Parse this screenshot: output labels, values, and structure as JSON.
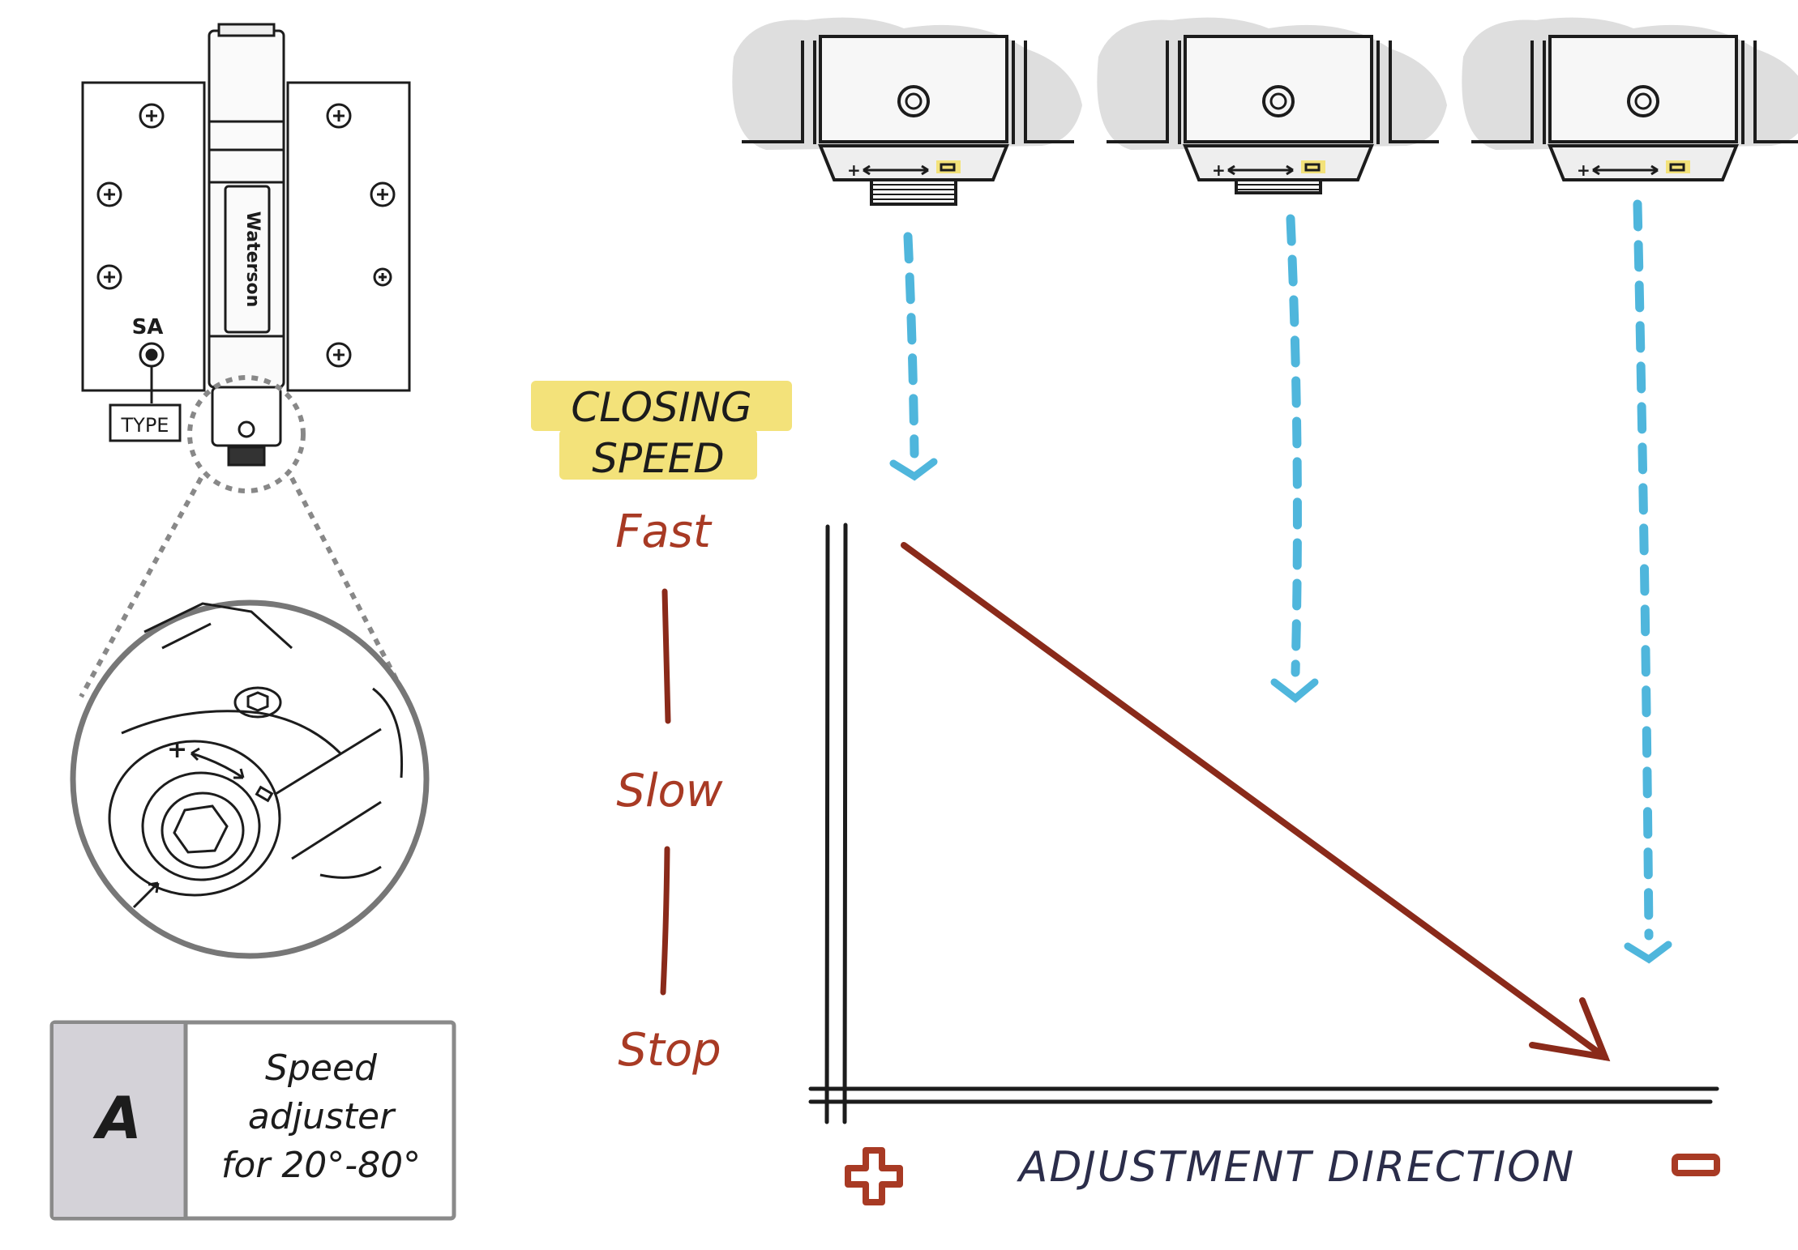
{
  "hinge": {
    "brand": "Waterson",
    "type_mark": "SA",
    "type_label": "TYPE"
  },
  "legend_box": {
    "letter": "A",
    "line1": "Speed",
    "line2": "adjuster",
    "line3": "for 20°-80°"
  },
  "graph": {
    "y_title_line1": "CLOSING",
    "y_title_line2": "SPEED",
    "y_levels": [
      "Fast",
      "Slow",
      "Stop"
    ],
    "x_title": "ADJUSTMENT DIRECTION",
    "x_plus": "+",
    "x_minus": "−"
  },
  "adjuster_positions": [
    {
      "position": "extended",
      "speed": "Fast"
    },
    {
      "position": "middle",
      "speed": "Slow"
    },
    {
      "position": "retracted",
      "speed": "Stop"
    }
  ],
  "colors": {
    "ink": "#1c1c1c",
    "speed_text": "#a83a24",
    "trend_arrow": "#8a2a1a",
    "drop_arrows": "#4fb6dc",
    "highlight": "#f3e27a",
    "blob": "#dedede",
    "legend_letter_bg": "#d4d2d8",
    "x_title": "#2b2d4a"
  },
  "icons": [
    "hinge-drawing",
    "zoom-detail-circle",
    "adjuster-thumbnail",
    "down-arrow-icon",
    "plus-icon",
    "minus-icon",
    "hex-socket-icon"
  ]
}
